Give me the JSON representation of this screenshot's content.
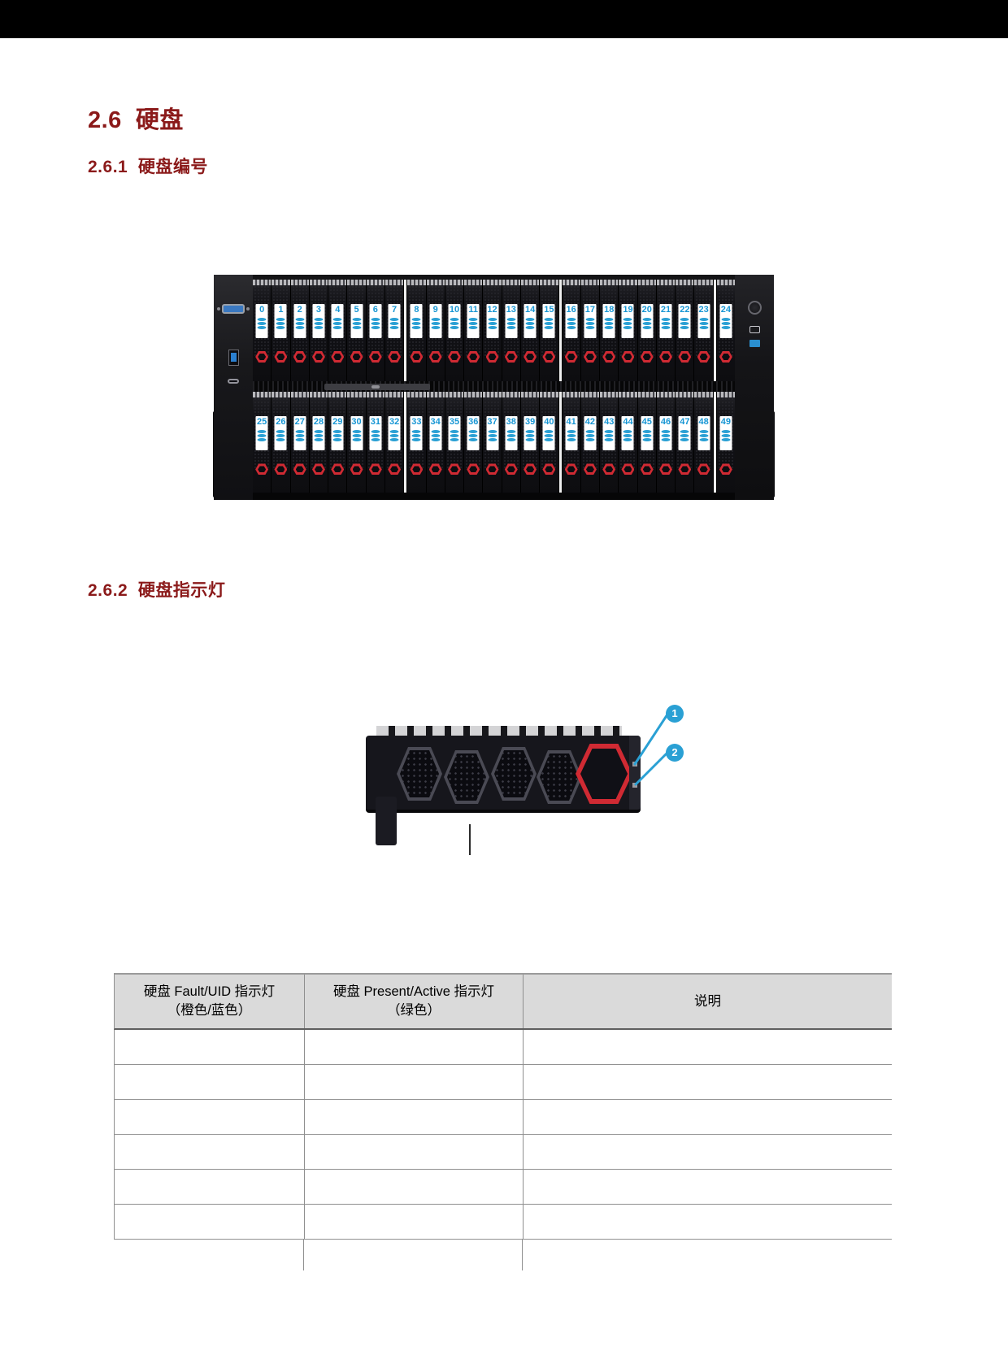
{
  "colors": {
    "heading_red": "#8B1A1A",
    "top_bar_black": "#000000",
    "bay_number_blue": "#1796D4",
    "bay_latch_red": "#D02A33",
    "callout_blue": "#2AA0D4",
    "table_header_bg": "#DADADA",
    "table_border_gray": "#8F8F8F"
  },
  "headings": {
    "h1": "2.6  硬盘",
    "h2_1": "2.6.1  硬盘编号",
    "h2_2": "2.6.2  硬盘指示灯"
  },
  "server_figure": {
    "top_row": [
      "0",
      "1",
      "2",
      "3",
      "4",
      "5",
      "6",
      "7",
      "8",
      "9",
      "10",
      "11",
      "12",
      "13",
      "14",
      "15",
      "16",
      "17",
      "18",
      "19",
      "20",
      "21",
      "22",
      "23",
      "24"
    ],
    "bottom_row": [
      "25",
      "26",
      "27",
      "28",
      "29",
      "30",
      "31",
      "32",
      "33",
      "34",
      "35",
      "36",
      "37",
      "38",
      "39",
      "40",
      "41",
      "42",
      "43",
      "44",
      "45",
      "46",
      "47",
      "48",
      "49"
    ],
    "group_separators_after": [
      7,
      15,
      23
    ],
    "left_ports": [
      "vga-port",
      "usb3-port",
      "usb-c-port"
    ],
    "right_controls": [
      "power-button",
      "uid-indicator",
      "usb-indicator"
    ]
  },
  "drive_figure": {
    "callouts": [
      "1",
      "2"
    ]
  },
  "table": {
    "headers": [
      {
        "line1": "硬盘 Fault/UID 指示灯",
        "line2": "（橙色/蓝色）"
      },
      {
        "line1": "硬盘 Present/Active 指示灯",
        "line2": "（绿色）"
      },
      {
        "line1": "说明",
        "line2": ""
      }
    ],
    "rows": [
      [
        "",
        "",
        ""
      ],
      [
        "",
        "",
        ""
      ],
      [
        "",
        "",
        ""
      ],
      [
        "",
        "",
        ""
      ],
      [
        "",
        "",
        ""
      ],
      [
        "",
        "",
        ""
      ]
    ],
    "partial_row": [
      "",
      "",
      ""
    ]
  }
}
